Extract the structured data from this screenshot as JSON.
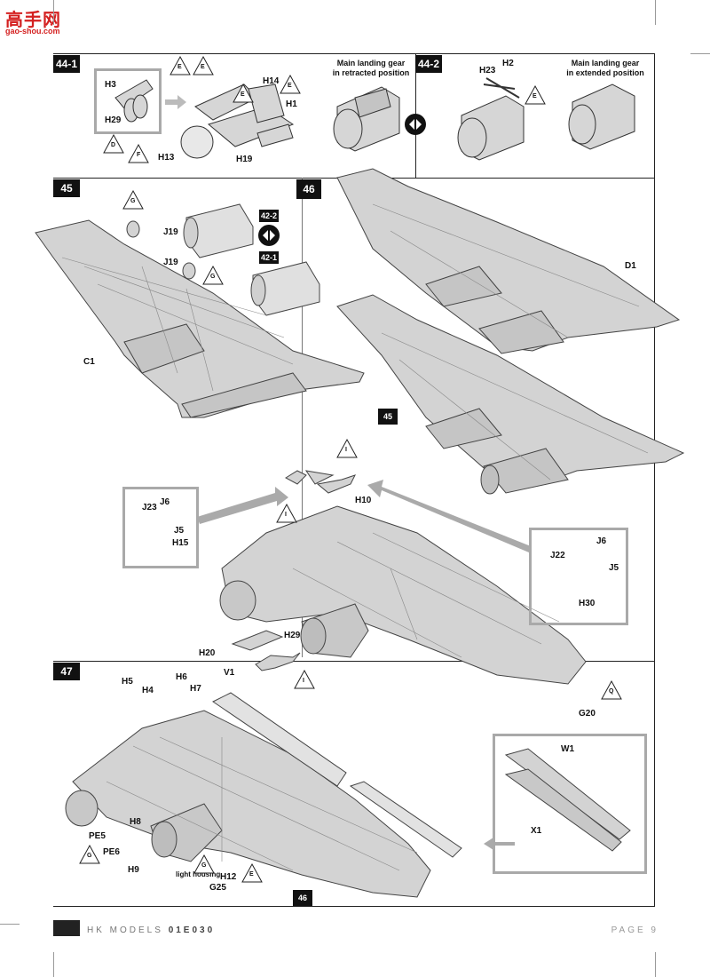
{
  "watermark": {
    "logo_text": "高手网",
    "url": "gao-shou.com"
  },
  "steps": {
    "s44_1": "44-1",
    "s44_2": "44-2",
    "s45": "45",
    "s46": "46",
    "s47": "47"
  },
  "captions": {
    "retracted_line1": "Main landing gear",
    "retracted_line2": "in retracted position",
    "extended_line1": "Main landing gear",
    "extended_line2": "in extended position",
    "light_housing": "light housing"
  },
  "refs": {
    "r42_2": "42-2",
    "r42_1": "42-1",
    "r45": "45",
    "r46": "46"
  },
  "part_labels": {
    "H3": "H3",
    "H29_a": "H29",
    "H14": "H14",
    "H1": "H1",
    "H13": "H13",
    "H19": "H19",
    "H23": "H23",
    "H2": "H2",
    "J19_a": "J19",
    "J19_b": "J19",
    "C1": "C1",
    "D1": "D1",
    "J23_a": "J23",
    "J6_a": "J6",
    "J5_a": "J5",
    "H15": "H15",
    "H10": "H10",
    "J22": "J22",
    "J6_b": "J6",
    "J5_b": "J5",
    "H30": "H30",
    "H20": "H20",
    "H29_b": "H29",
    "H5": "H5",
    "H4": "H4",
    "H6": "H6",
    "H7": "H7",
    "V1": "V1",
    "G20": "G20",
    "W1": "W1",
    "X1": "X1",
    "H8": "H8",
    "PE5": "PE5",
    "PE6": "PE6",
    "H9": "H9",
    "H12": "H12",
    "G25": "G25"
  },
  "glue_marks": {
    "t1": "E",
    "t2": "E",
    "t3": "E",
    "t4": "E",
    "t5": "D",
    "t6": "F",
    "t7": "E",
    "t8": "G",
    "t9": "G",
    "t10": "I",
    "t11": "I",
    "t12": "I",
    "t13": "Q",
    "t14": "G",
    "t15": "G",
    "t16": "E"
  },
  "footer": {
    "brand": "HK MODELS",
    "code": "01E030",
    "page": "PAGE 9"
  }
}
